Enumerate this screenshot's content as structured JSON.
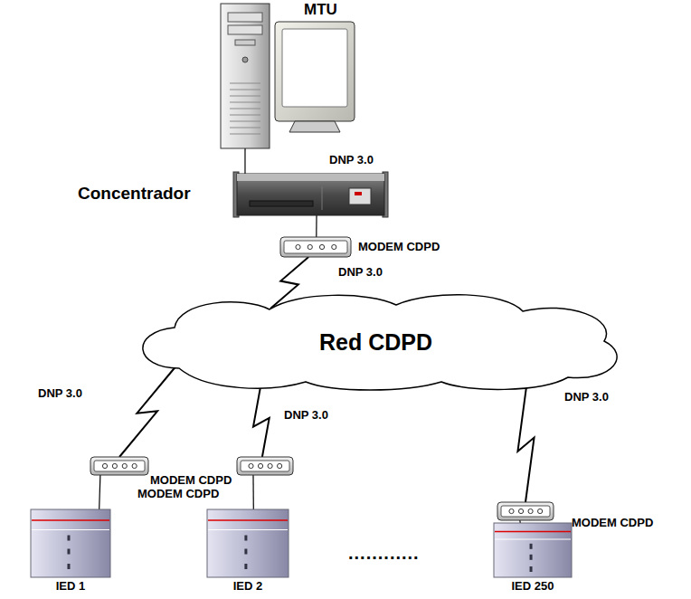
{
  "diagram": {
    "nodes": [
      {
        "text": [
          "MTU"
        ]
      },
      {
        "text": [
          "Concentrador"
        ]
      },
      {
        "text": [
          "MODEM CDPD"
        ]
      },
      {
        "text": [
          "Red CDPD"
        ]
      },
      {
        "text": [
          "MODEM CDPD"
        ]
      },
      {
        "text": [
          "MODEM CDPD"
        ]
      },
      {
        "text": [
          "MODEM CDPD"
        ]
      },
      {
        "text": [
          "IED 1"
        ]
      },
      {
        "text": [
          "IED 2"
        ]
      },
      {
        "text": [
          "IED 250"
        ]
      }
    ],
    "edges": [
      {
        "from": 0,
        "to": 1,
        "arrow": "none",
        "label": "DNP 3.0"
      },
      {
        "from": 1,
        "to": 2,
        "arrow": "none"
      },
      {
        "from": 2,
        "to": 3,
        "arrow": "none",
        "label": "DNP 3.0"
      },
      {
        "from": 3,
        "to": 4,
        "arrow": "none",
        "label": "DNP 3.0"
      },
      {
        "from": 3,
        "to": 5,
        "arrow": "none",
        "label": "DNP 3.0"
      },
      {
        "from": 3,
        "to": 6,
        "arrow": "none",
        "label": "DNP 3.0"
      },
      {
        "from": 4,
        "to": 7,
        "arrow": "none"
      },
      {
        "from": 5,
        "to": 8,
        "arrow": "none"
      },
      {
        "from": 6,
        "to": 9,
        "arrow": "none"
      }
    ],
    "labels": [
      "............"
    ]
  }
}
